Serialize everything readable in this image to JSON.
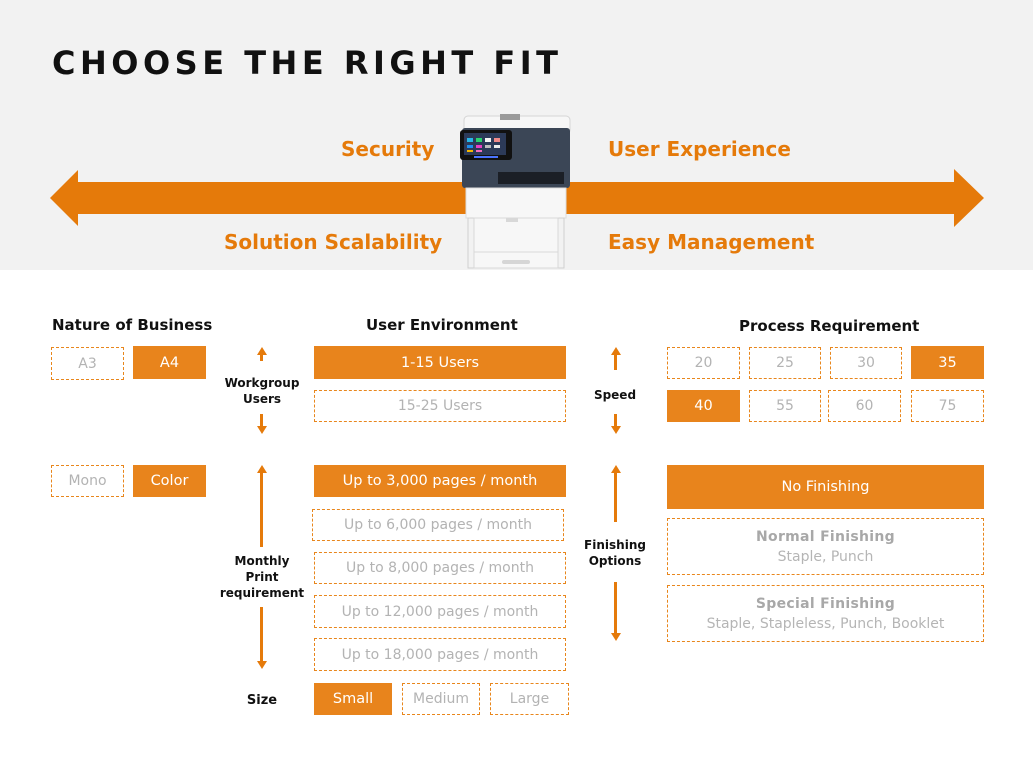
{
  "header": {
    "title": "CHOOSE THE RIGHT FIT"
  },
  "benefits": {
    "top_left": "Security",
    "bottom_left": "Solution Scalability",
    "top_right": "User Experience",
    "bottom_right": "Easy Management"
  },
  "colors": {
    "accent": "#e57a0a",
    "selected_fill": "#e8841c",
    "hero_background": "#f2f2f2",
    "unselected_text": "#b3b3b3"
  },
  "sections": {
    "nature_of_business": {
      "heading": "Nature of Business",
      "paper_size": [
        {
          "label": "A3",
          "selected": false
        },
        {
          "label": "A4",
          "selected": true
        }
      ],
      "color_mode": [
        {
          "label": "Mono",
          "selected": false
        },
        {
          "label": "Color",
          "selected": true
        }
      ]
    },
    "user_environment": {
      "heading": "User Environment",
      "workgroup_label_line1": "Workgroup",
      "workgroup_label_line2": "Users",
      "users": [
        {
          "label": "1-15 Users",
          "selected": true
        },
        {
          "label": "15-25 Users",
          "selected": false
        }
      ],
      "monthly_label_line1": "Monthly",
      "monthly_label_line2": "Print",
      "monthly_label_line3": "requirement",
      "monthly_print": [
        {
          "label": "Up to 3,000 pages / month",
          "selected": true
        },
        {
          "label": "Up to 6,000 pages / month",
          "selected": false
        },
        {
          "label": "Up to 8,000 pages / month",
          "selected": false
        },
        {
          "label": "Up to 12,000 pages / month",
          "selected": false
        },
        {
          "label": "Up to 18,000 pages / month",
          "selected": false
        }
      ],
      "size_label": "Size",
      "size": [
        {
          "label": "Small",
          "selected": true
        },
        {
          "label": "Medium",
          "selected": false
        },
        {
          "label": "Large",
          "selected": false
        }
      ]
    },
    "process_requirement": {
      "heading": "Process Requirement",
      "speed_label": "Speed",
      "speed": [
        {
          "label": "20",
          "selected": false
        },
        {
          "label": "25",
          "selected": false
        },
        {
          "label": "30",
          "selected": false
        },
        {
          "label": "35",
          "selected": true
        },
        {
          "label": "40",
          "selected": true
        },
        {
          "label": "55",
          "selected": false
        },
        {
          "label": "60",
          "selected": false
        },
        {
          "label": "75",
          "selected": false
        }
      ],
      "finishing_label_line1": "Finishing",
      "finishing_label_line2": "Options",
      "finishing": [
        {
          "title": "No Finishing",
          "subtitle": "",
          "selected": true
        },
        {
          "title": "Normal Finishing",
          "subtitle": "Staple, Punch",
          "selected": false
        },
        {
          "title": "Special Finishing",
          "subtitle": "Staple, Stapleless, Punch, Booklet",
          "selected": false
        }
      ]
    }
  },
  "icons": {
    "left_arrow": "arrow-left-icon",
    "right_arrow": "arrow-right-icon",
    "printer": "printer-icon",
    "range_arrow": "double-arrow-vertical-icon"
  }
}
